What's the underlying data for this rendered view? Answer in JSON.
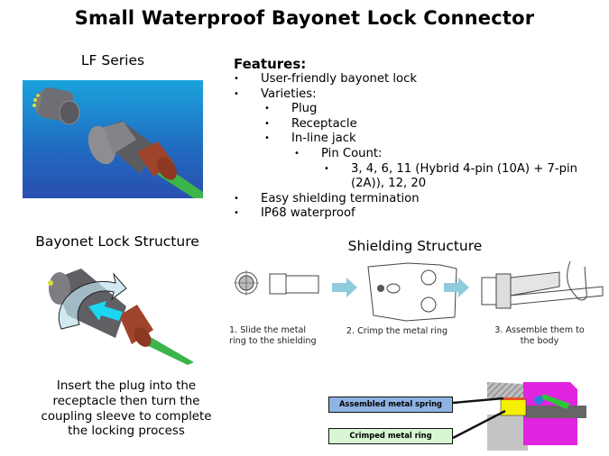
{
  "title": "Small Waterproof Bayonet Lock Connector",
  "lf_series": {
    "heading": "LF Series",
    "image_alt": "LF series plug and receptacle connector with green cable"
  },
  "features": {
    "heading": "Features:",
    "items": [
      {
        "level": 0,
        "text": "User-friendly bayonet lock"
      },
      {
        "level": 0,
        "text": "Varieties:"
      },
      {
        "level": 1,
        "text": "Plug"
      },
      {
        "level": 1,
        "text": "Receptacle"
      },
      {
        "level": 1,
        "text": "In-line jack"
      },
      {
        "level": 2,
        "text": "Pin Count:"
      },
      {
        "level": 3,
        "text": "3, 4, 6, 11 (Hybrid 4-pin (10A) + 7-pin (2A)), 12, 20"
      },
      {
        "level": 0,
        "text": "Easy shielding termination"
      },
      {
        "level": 0,
        "text": "IP68 waterproof"
      }
    ],
    "bullet_glyph": "•"
  },
  "bayonet": {
    "heading": "Bayonet Lock Structure",
    "caption_lines": [
      "Insert the plug into the",
      "receptacle then turn the",
      "coupling sleeve to complete",
      "the locking process"
    ]
  },
  "shielding": {
    "heading": "Shielding Structure",
    "steps": [
      {
        "lines": [
          "1. Slide the metal",
          "ring to the shielding"
        ]
      },
      {
        "lines": [
          "2. Crimp the metal ring"
        ]
      },
      {
        "lines": [
          "3. Assemble them to",
          "the body"
        ]
      }
    ],
    "callouts": {
      "spring": "Assembled  metal spring",
      "ring": "Crimped  metal ring"
    }
  },
  "colors": {
    "cable_green": "#3cb54a",
    "sleeve_red": "#a0432c",
    "flow_arrow": "#8ecbdb",
    "spring_box": "#8fb4e3",
    "ring_box": "#d6f7d2",
    "section_magenta": "#e024e0",
    "ring_yellow": "#f5f000"
  }
}
